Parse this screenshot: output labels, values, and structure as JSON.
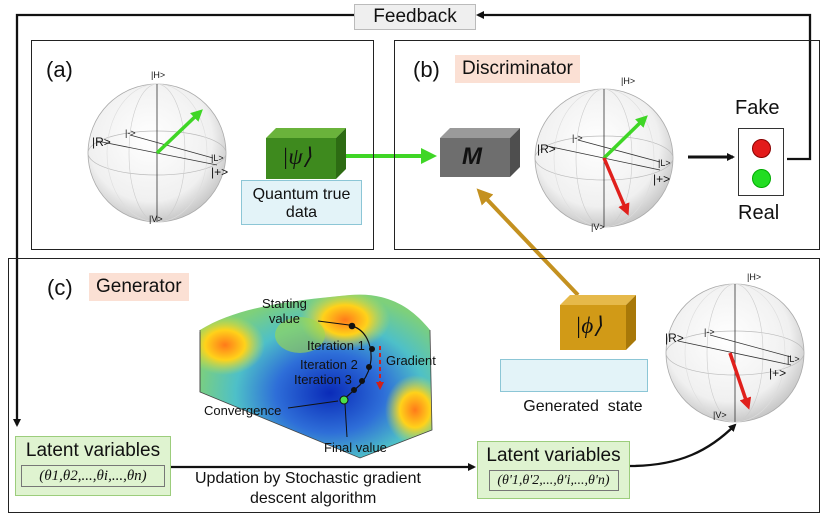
{
  "feedback": "Feedback",
  "panel_a": {
    "label": "(a)"
  },
  "panel_b": {
    "label": "(b)",
    "title": "Discriminator"
  },
  "panel_c": {
    "label": "(c)",
    "title": "Generator"
  },
  "psi_cube": {
    "symbol": "|ψ⟩",
    "color": "#3e8a1e"
  },
  "quantum_true_data": "Quantum true data",
  "m_cube": {
    "symbol": "M",
    "color": "#6e6e6e"
  },
  "phi_cube": {
    "symbol": "|ϕ⟩",
    "color": "#d19a17"
  },
  "generated_state": "Generated  state",
  "traffic_light": {
    "top_label": "Fake",
    "bottom_label": "Real",
    "red": "#e31b1b",
    "green": "#22dd22"
  },
  "bloch": {
    "labels": {
      "h": "|H>",
      "v": "|V>",
      "r": "|R>",
      "l": "|L>",
      "plus": "|+>",
      "minus": "|->"
    },
    "green_arrow": "#3fd626",
    "red_arrow": "#e0201c"
  },
  "landscape": {
    "starting_value": "Starting\nvalue",
    "iteration_1": "Iteration 1",
    "iteration_2": "Iteration 2",
    "iteration_3": "Iteration 3",
    "gradient": "Gradient",
    "convergence": "Convergence",
    "final_value": "Final value"
  },
  "latent_left": {
    "title": "Latent variables",
    "formula": "(θ1,θ2,...,θi,...,θn)"
  },
  "latent_right": {
    "title": "Latent variables",
    "formula": "(θ'1,θ'2,...,θ'i,...,θ'n)"
  },
  "update_text": {
    "line1": "Updation by Stochastic gradient",
    "line2": "descent algorithm"
  },
  "arrow_colors": {
    "green": "#3fd626",
    "gold": "#c49120",
    "black": "#111111"
  }
}
